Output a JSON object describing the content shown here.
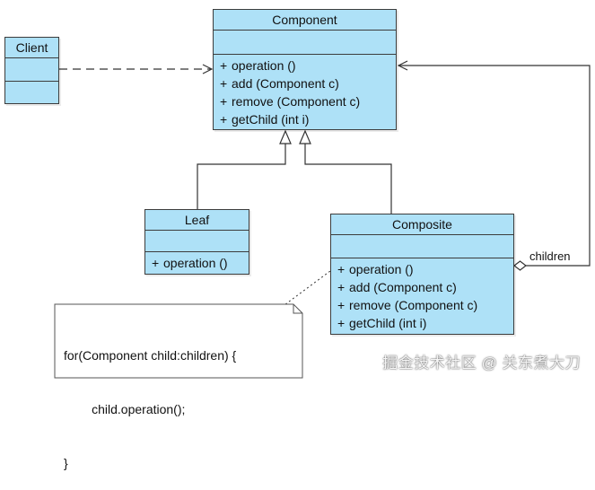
{
  "classes": {
    "component": {
      "name": "Component",
      "operations": [
        {
          "visibility": "+",
          "signature": "operation ()"
        },
        {
          "visibility": "+",
          "signature": "add (Component c)"
        },
        {
          "visibility": "+",
          "signature": "remove (Component c)"
        },
        {
          "visibility": "+",
          "signature": "getChild (int i)"
        }
      ]
    },
    "client": {
      "name": "Client"
    },
    "leaf": {
      "name": "Leaf",
      "operations": [
        {
          "visibility": "+",
          "signature": "operation ()"
        }
      ]
    },
    "composite": {
      "name": "Composite",
      "operations": [
        {
          "visibility": "+",
          "signature": "operation ()"
        },
        {
          "visibility": "+",
          "signature": "add (Component c)"
        },
        {
          "visibility": "+",
          "signature": "remove (Component c)"
        },
        {
          "visibility": "+",
          "signature": "getChild (int i)"
        }
      ]
    }
  },
  "relations": {
    "aggregation_label": "children"
  },
  "note": {
    "lines": [
      "for(Component child:children) {",
      "        child.operation();",
      "}"
    ]
  },
  "watermark": "掘金技术社区 @ 关东煮大刀",
  "colors": {
    "class_fill": "#aee1f7",
    "class_border": "#3c3c3c",
    "line": "#333333"
  }
}
